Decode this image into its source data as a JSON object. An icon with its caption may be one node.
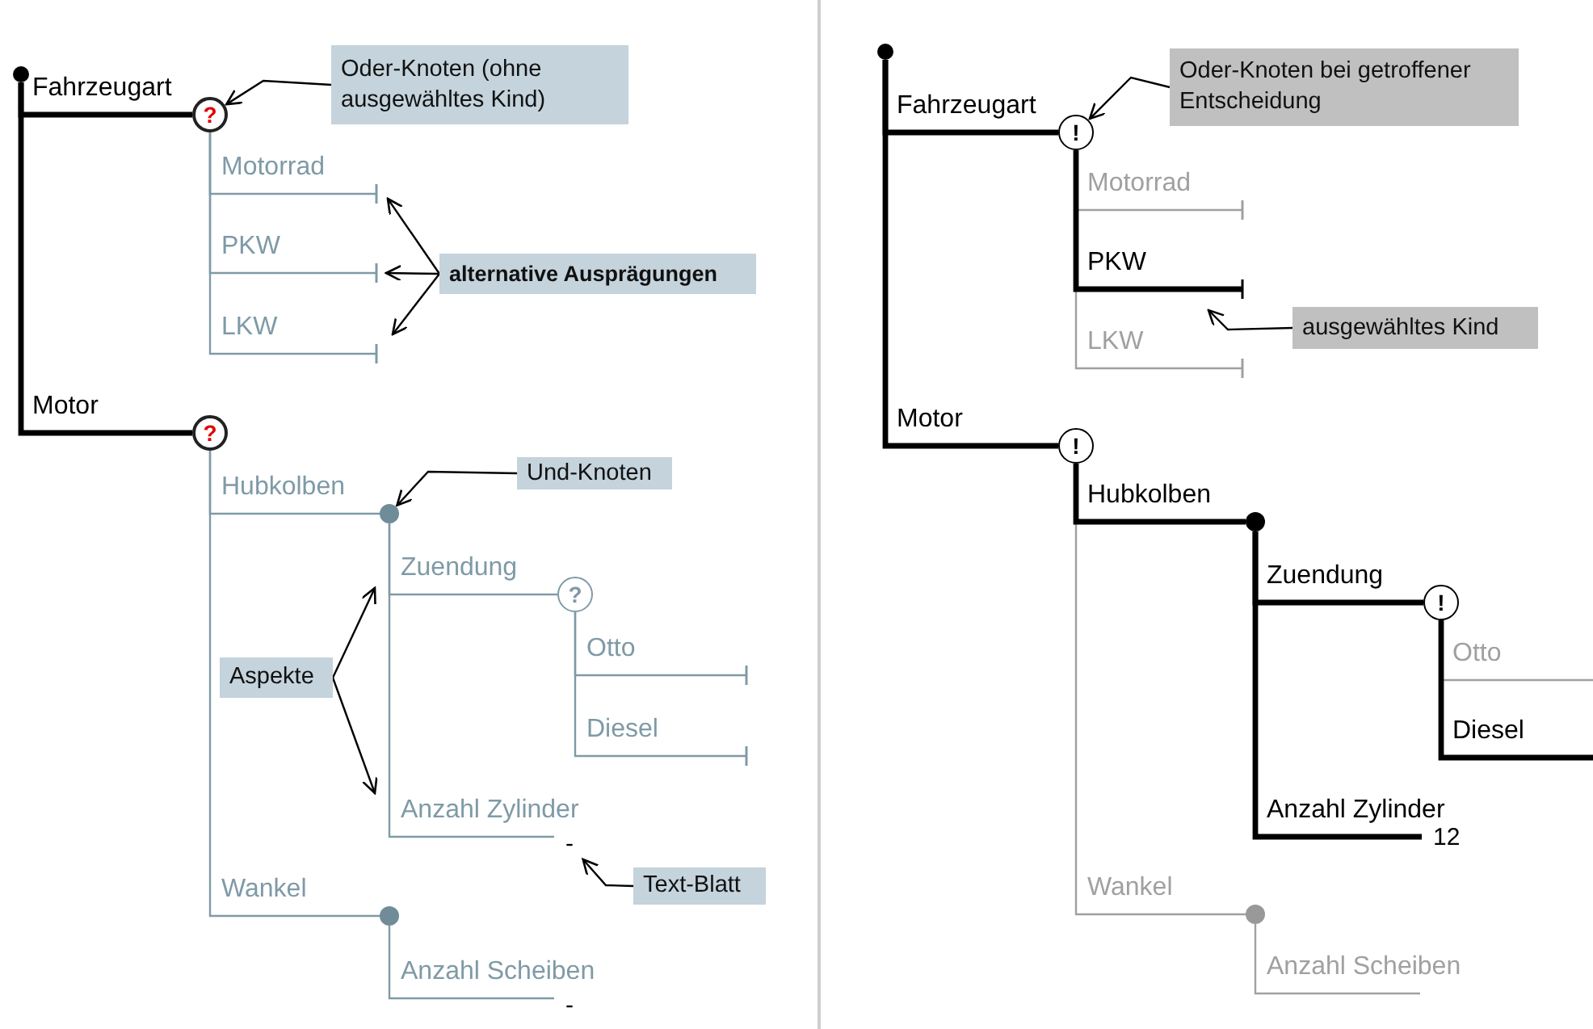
{
  "diagram": {
    "nodes": [
      {
        "text": [],
        "shape": "circle"
      },
      {
        "text": [
          "?"
        ]
      },
      {
        "text": [
          "Oder-Knoten (ohne ausgewähltes Kind)"
        ]
      },
      {
        "text": [
          "alternative Ausprägungen"
        ]
      },
      {
        "text": [
          "?"
        ]
      },
      {
        "text": [
          "Und-Knoten"
        ]
      },
      {
        "text": [],
        "shape": "circle"
      },
      {
        "text": [
          "Aspekte"
        ]
      },
      {
        "text": [
          "?"
        ]
      },
      {
        "text": [
          "-"
        ]
      },
      {
        "text": [
          "Text-Blatt"
        ]
      },
      {
        "text": [],
        "shape": "circle"
      },
      {
        "text": [
          "-"
        ]
      },
      {
        "text": [],
        "shape": "circle"
      },
      {
        "text": [
          "Oder-Knoten bei getroffener Entscheidung"
        ]
      },
      {
        "text": [
          "!"
        ]
      },
      {
        "text": [
          "ausgewähltes Kind"
        ]
      },
      {
        "text": [
          "!"
        ]
      },
      {
        "text": [],
        "shape": "circle"
      },
      {
        "text": [
          "!"
        ]
      },
      {
        "text": [
          "12"
        ]
      },
      {
        "text": [],
        "shape": "circle"
      }
    ],
    "edges": [
      {
        "from": 0,
        "to": 1,
        "arrow": "none",
        "label": "Fahrzeugart",
        "style": "thick"
      },
      {
        "from": 0,
        "to": 4,
        "arrow": "none",
        "label": "Motor",
        "style": "thick"
      },
      {
        "from": 1,
        "to": null,
        "arrow": "other",
        "label": "Motorrad",
        "color": "#7f9aa6"
      },
      {
        "from": 1,
        "to": null,
        "arrow": "other",
        "label": "PKW",
        "color": "#7f9aa6"
      },
      {
        "from": 1,
        "to": null,
        "arrow": "other",
        "label": "LKW",
        "color": "#7f9aa6"
      },
      {
        "from": 4,
        "to": 6,
        "arrow": "none",
        "label": "Hubkolben",
        "color": "#7f9aa6"
      },
      {
        "from": 4,
        "to": 11,
        "arrow": "none",
        "label": "Wankel",
        "color": "#7f9aa6"
      },
      {
        "from": 6,
        "to": 8,
        "arrow": "none",
        "label": "Zuendung",
        "color": "#7f9aa6"
      },
      {
        "from": 6,
        "to": 9,
        "arrow": "none",
        "label": "Anzahl Zylinder",
        "color": "#7f9aa6"
      },
      {
        "from": 8,
        "to": null,
        "arrow": "other",
        "label": "Otto",
        "color": "#7f9aa6"
      },
      {
        "from": 8,
        "to": null,
        "arrow": "other",
        "label": "Diesel",
        "color": "#7f9aa6"
      },
      {
        "from": 11,
        "to": 12,
        "arrow": "none",
        "label": "Anzahl Scheiben",
        "color": "#7f9aa6"
      },
      {
        "from": 2,
        "to": 1,
        "arrow": "to"
      },
      {
        "from": 3,
        "to": null,
        "arrow": "to"
      },
      {
        "from": 3,
        "to": null,
        "arrow": "to"
      },
      {
        "from": 3,
        "to": null,
        "arrow": "to"
      },
      {
        "from": 5,
        "to": 6,
        "arrow": "to"
      },
      {
        "from": 7,
        "to": null,
        "arrow": "to"
      },
      {
        "from": 7,
        "to": null,
        "arrow": "to"
      },
      {
        "from": 10,
        "to": 9,
        "arrow": "to"
      },
      {
        "from": 13,
        "to": 15,
        "arrow": "none",
        "label": "Fahrzeugart",
        "style": "thick"
      },
      {
        "from": 13,
        "to": 17,
        "arrow": "none",
        "label": "Motor",
        "style": "thick"
      },
      {
        "from": 15,
        "to": null,
        "arrow": "other",
        "label": "Motorrad",
        "color": "#a0a0a0"
      },
      {
        "from": 15,
        "to": null,
        "arrow": "other",
        "label": "PKW",
        "style": "thick"
      },
      {
        "from": 15,
        "to": null,
        "arrow": "other",
        "label": "LKW",
        "color": "#a0a0a0"
      },
      {
        "from": 17,
        "to": 18,
        "arrow": "none",
        "label": "Hubkolben",
        "style": "thick"
      },
      {
        "from": 17,
        "to": 21,
        "arrow": "none",
        "label": "Wankel",
        "color": "#a0a0a0"
      },
      {
        "from": 18,
        "to": 19,
        "arrow": "none",
        "label": "Zuendung",
        "style": "thick"
      },
      {
        "from": 18,
        "to": 20,
        "arrow": "none",
        "label": "Anzahl Zylinder",
        "style": "thick"
      },
      {
        "from": 19,
        "to": null,
        "arrow": "none",
        "label": "Otto",
        "color": "#a0a0a0"
      },
      {
        "from": 19,
        "to": null,
        "arrow": "none",
        "label": "Diesel",
        "style": "thick"
      },
      {
        "from": 21,
        "to": null,
        "arrow": "none",
        "label": "Anzahl Scheiben",
        "color": "#a0a0a0"
      },
      {
        "from": 14,
        "to": 15,
        "arrow": "to"
      },
      {
        "from": 16,
        "to": null,
        "arrow": "to"
      }
    ]
  }
}
